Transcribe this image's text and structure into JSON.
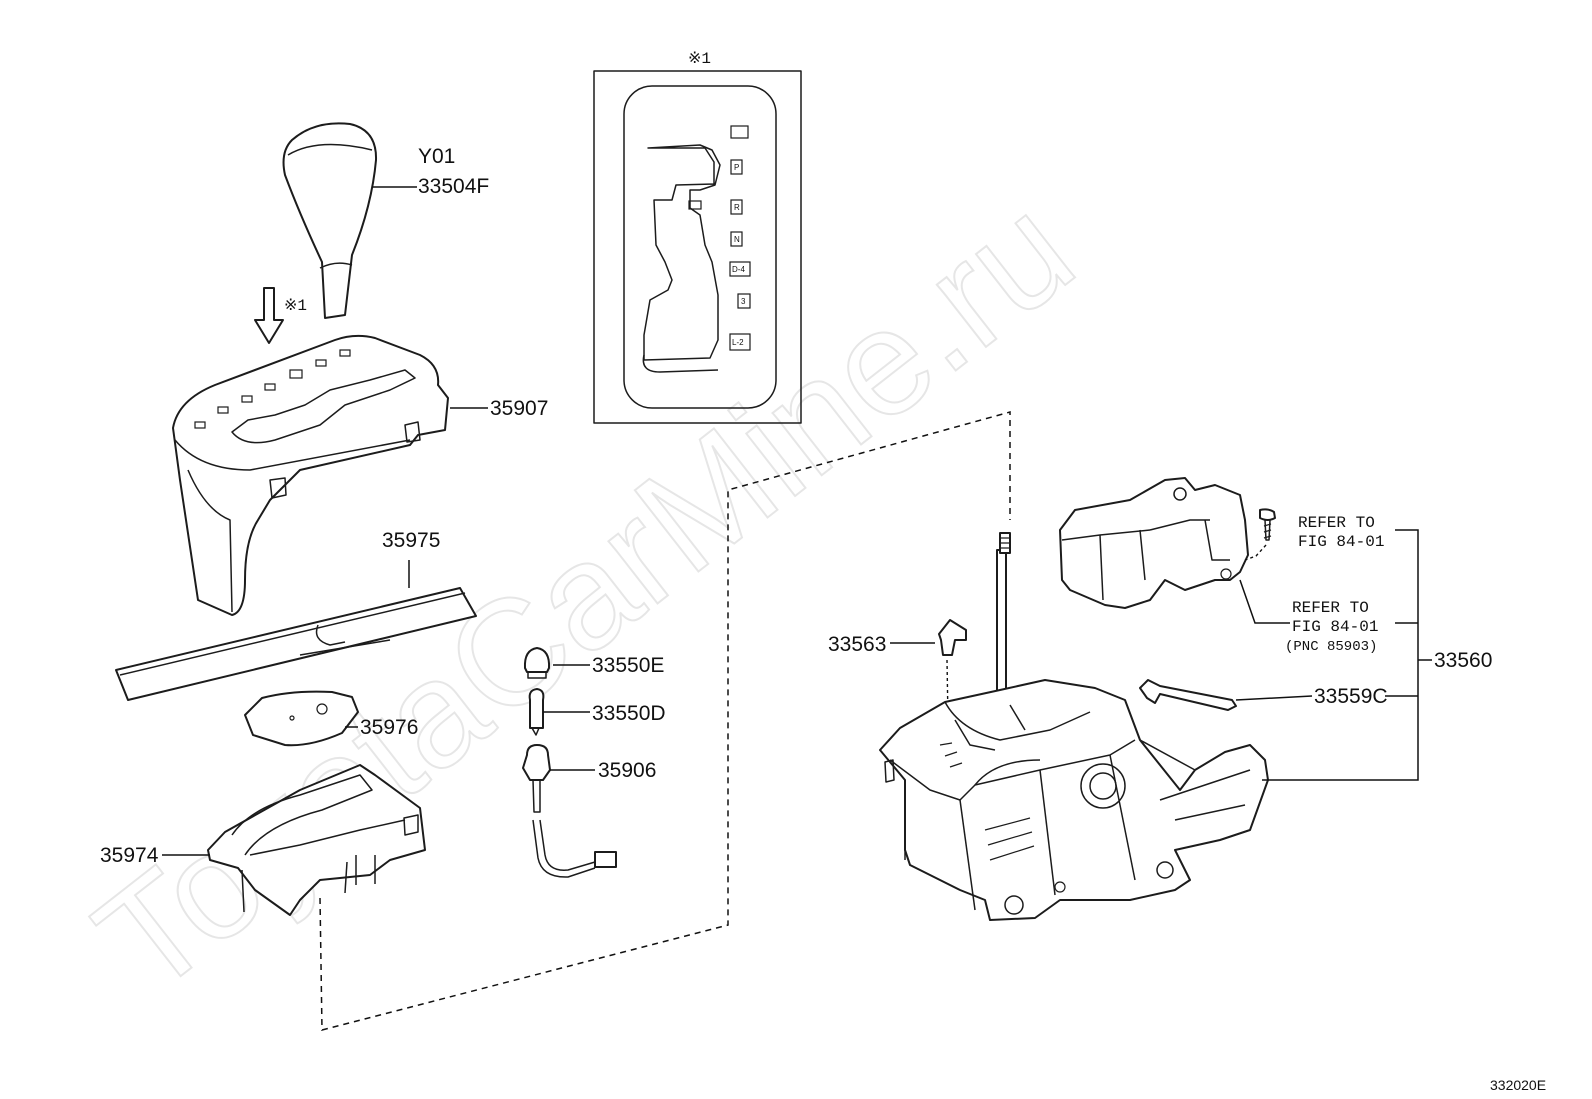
{
  "watermark": "ToyotaCarMine.ru",
  "diagram_code": "332020E",
  "view_marker": "※1",
  "gear_positions": [
    "P",
    "R",
    "N",
    "D-4",
    "3",
    "L-2"
  ],
  "callouts": {
    "knob_color": "Y01",
    "knob_part": "33504F",
    "indicator_housing": "35907",
    "slide_plate": "35975",
    "bulb": "33550E",
    "bulb_socket": "33550D",
    "socket_wire": "35906",
    "cover": "35976",
    "bracket_base": "35974",
    "stopper": "33563",
    "lever_assy": "33560",
    "lock_pin": "33559C"
  },
  "references": {
    "upper_line1": "REFER TO",
    "upper_line2": "FIG 84-01",
    "lower_line1": "REFER TO",
    "lower_line2": "FIG 84-01",
    "lower_note": "(PNC 85903)"
  }
}
